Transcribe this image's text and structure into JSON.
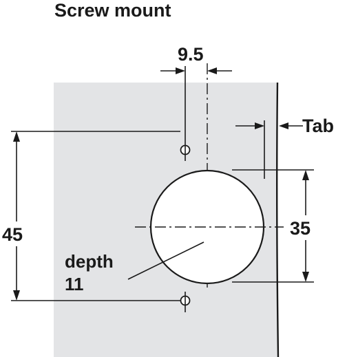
{
  "title": "Screw mount",
  "labels": {
    "hole_offset": "9.5",
    "tab": "Tab",
    "screw_spacing": "45",
    "cup_diameter": "35",
    "depth_label": "depth",
    "depth_value": "11"
  },
  "colors": {
    "panel": "#e3e4e6",
    "ink": "#1a1a1a",
    "background": "#ffffff"
  }
}
